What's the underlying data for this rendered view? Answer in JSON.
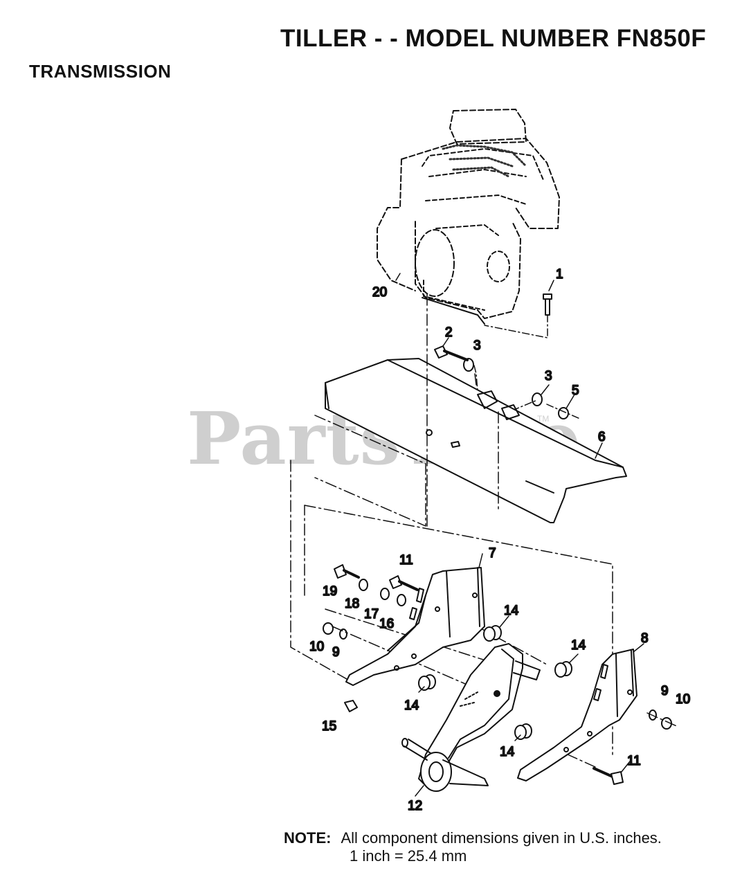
{
  "header": {
    "title": "TILLER - - MODEL NUMBER FN850F",
    "section": "TRANSMISSION"
  },
  "watermark": {
    "text": "PartsTree",
    "tm": "TM"
  },
  "note": {
    "label": "NOTE:",
    "line1": "All component dimensions given in U.S. inches.",
    "line2": "1 inch = 25.4 mm"
  },
  "callouts": {
    "c1": "1",
    "c2": "2",
    "c3a": "3",
    "c3b": "3",
    "c5": "5",
    "c6": "6",
    "c7": "7",
    "c8": "8",
    "c9a": "9",
    "c9b": "9",
    "c10a": "10",
    "c10b": "10",
    "c11a": "11",
    "c11b": "11",
    "c12": "12",
    "c14a": "14",
    "c14b": "14",
    "c14c": "14",
    "c14d": "14",
    "c15": "15",
    "c16": "16",
    "c17": "17",
    "c18": "18",
    "c19": "19",
    "c20": "20"
  }
}
